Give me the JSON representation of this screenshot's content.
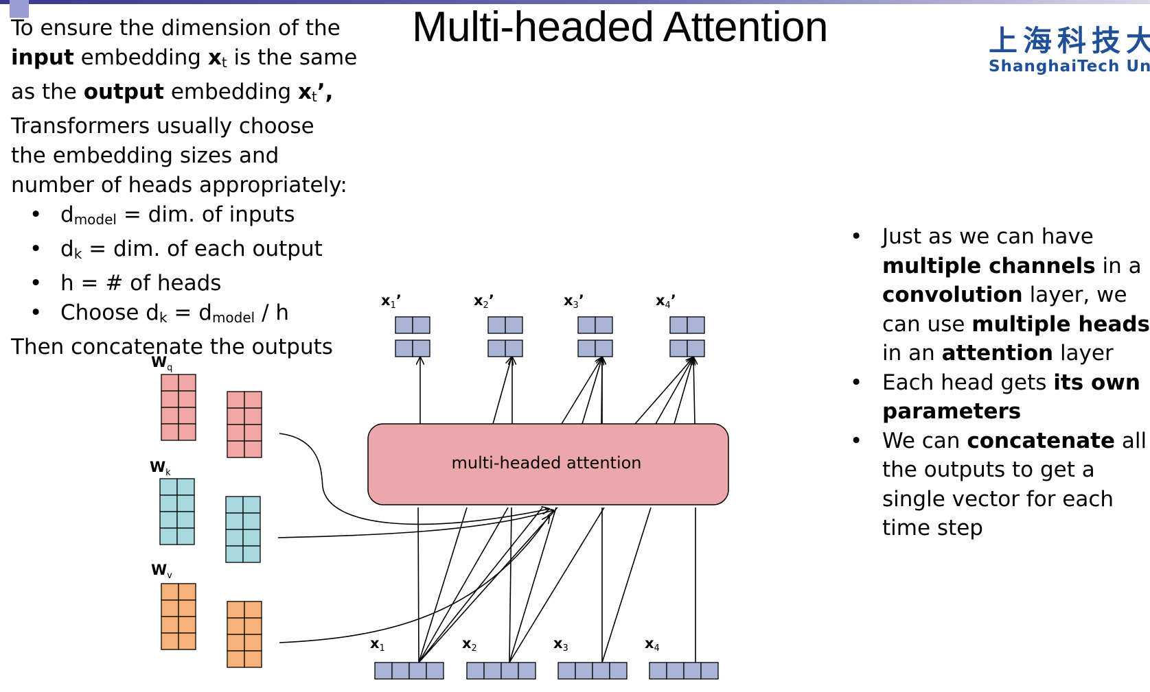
{
  "slide": {
    "title": "Multi-headed Attention",
    "logo": {
      "chinese": "上海科技大",
      "english": "ShanghaiTech Univ"
    },
    "left_text": {
      "intro": [
        [
          {
            "t": "To ensure the dimension of the"
          }
        ],
        [
          {
            "t": "input",
            "b": true
          },
          {
            "t": " embedding "
          },
          {
            "t": "x",
            "b": true
          },
          {
            "t": "t",
            "sub": true
          },
          {
            "t": " is the same"
          }
        ],
        [
          {
            "t": "as the "
          },
          {
            "t": "output",
            "b": true
          },
          {
            "t": " embedding "
          },
          {
            "t": "x",
            "b": true
          },
          {
            "t": "t",
            "sub": true
          },
          {
            "t": "’,",
            "b": true
          }
        ],
        [
          {
            "t": "Transformers usually choose"
          }
        ],
        [
          {
            "t": "the embedding sizes and"
          }
        ],
        [
          {
            "t": "number of heads appropriately:"
          }
        ]
      ],
      "bullets": [
        [
          {
            "t": "d"
          },
          {
            "t": "model",
            "sub": true
          },
          {
            "t": " = dim. of inputs"
          }
        ],
        [
          {
            "t": "d"
          },
          {
            "t": "k",
            "sub": true
          },
          {
            "t": " = dim. of each output"
          }
        ],
        [
          {
            "t": "h = # of heads"
          }
        ],
        [
          {
            "t": "Choose d"
          },
          {
            "t": "k",
            "sub": true
          },
          {
            "t": " = d"
          },
          {
            "t": "model",
            "sub": true
          },
          {
            "t": " / h"
          }
        ]
      ],
      "outro": "Then concatenate the outputs"
    },
    "right_bullets": [
      [
        [
          {
            "t": "Just as we can have"
          }
        ],
        [
          {
            "t": "multiple channels",
            "b": true
          },
          {
            "t": " in a"
          }
        ],
        [
          {
            "t": "convolution",
            "b": true
          },
          {
            "t": " layer, we"
          }
        ],
        [
          {
            "t": "can use "
          },
          {
            "t": "multiple heads",
            "b": true
          }
        ],
        [
          {
            "t": "in an "
          },
          {
            "t": "attention",
            "b": true
          },
          {
            "t": " layer"
          }
        ]
      ],
      [
        [
          {
            "t": "Each head gets "
          },
          {
            "t": "its own",
            "b": true
          }
        ],
        [
          {
            "t": "parameters",
            "b": true
          }
        ]
      ],
      [
        [
          {
            "t": "We can "
          },
          {
            "t": "concatenate",
            "b": true
          },
          {
            "t": " all"
          }
        ],
        [
          {
            "t": "the outputs to get a"
          }
        ],
        [
          {
            "t": "single vector for each"
          }
        ],
        [
          {
            "t": "time step"
          }
        ]
      ]
    ]
  },
  "diagram": {
    "attention_box_label": "multi-headed attention",
    "weights": [
      {
        "main": "W",
        "sub": "q",
        "color": "#f2a7a7"
      },
      {
        "main": "W",
        "sub": "k",
        "color": "#a8d8e0"
      },
      {
        "main": "W",
        "sub": "v",
        "color": "#f7b27a"
      }
    ],
    "inputs": [
      {
        "main": "x",
        "sub": "1"
      },
      {
        "main": "x",
        "sub": "2"
      },
      {
        "main": "x",
        "sub": "3"
      },
      {
        "main": "x",
        "sub": "4"
      }
    ],
    "outputs": [
      {
        "main": "x",
        "sub": "1",
        "prime": "’"
      },
      {
        "main": "x",
        "sub": "2",
        "prime": "’"
      },
      {
        "main": "x",
        "sub": "3",
        "prime": "’"
      },
      {
        "main": "x",
        "sub": "4",
        "prime": "’"
      }
    ],
    "colors": {
      "attention_box": "#eba7aa",
      "vector_cell": "#aab4d6",
      "line": "#000000"
    }
  }
}
